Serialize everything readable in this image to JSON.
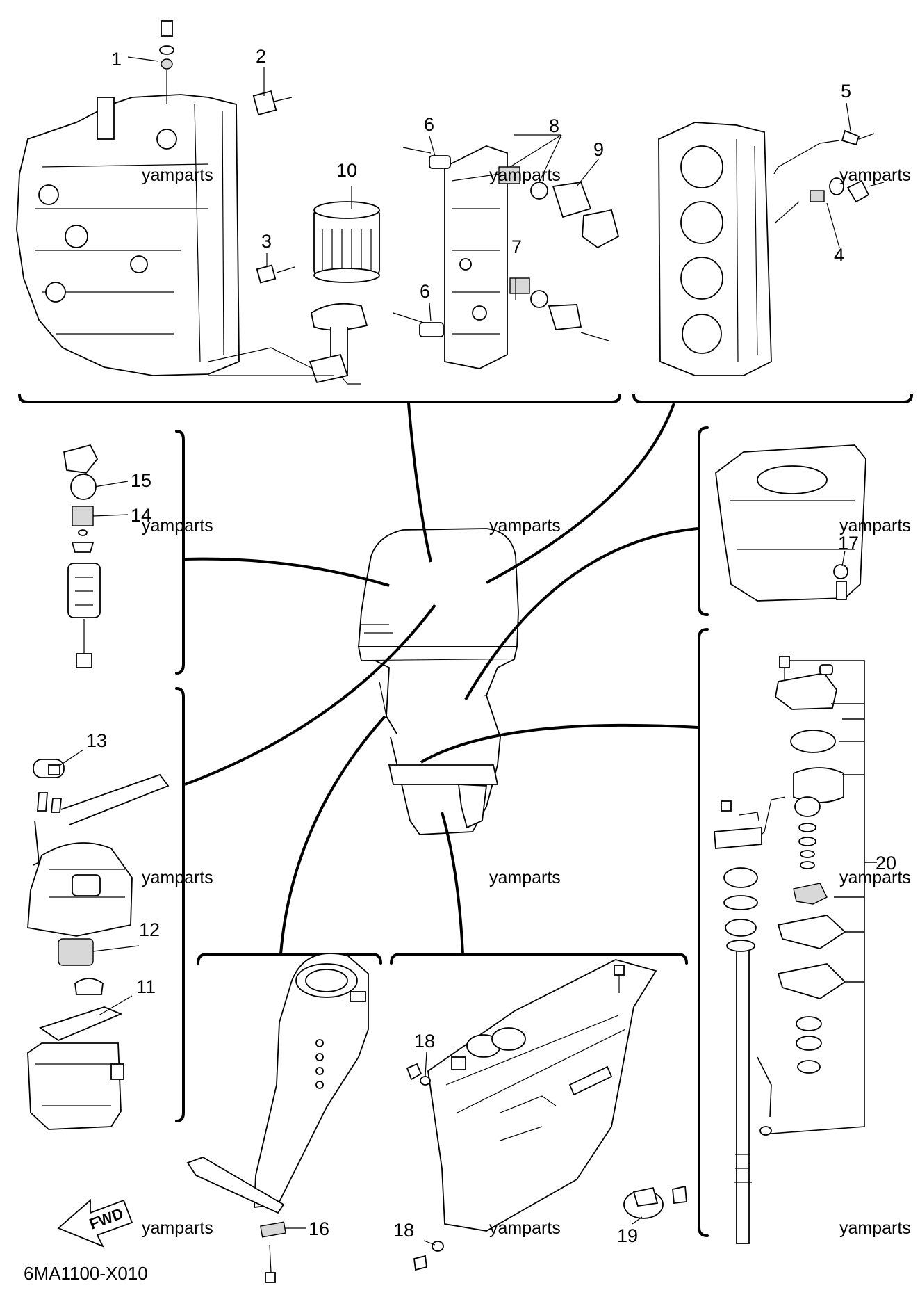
{
  "diagram": {
    "code": "6MA1100-X010",
    "watermark": "yamparts",
    "fwd_label": "FWD",
    "callouts": [
      {
        "id": "1",
        "label": "1"
      },
      {
        "id": "2",
        "label": "2"
      },
      {
        "id": "3",
        "label": "3"
      },
      {
        "id": "4",
        "label": "4"
      },
      {
        "id": "5",
        "label": "5"
      },
      {
        "id": "6a",
        "label": "6"
      },
      {
        "id": "6b",
        "label": "6"
      },
      {
        "id": "7",
        "label": "7"
      },
      {
        "id": "8",
        "label": "8"
      },
      {
        "id": "9",
        "label": "9"
      },
      {
        "id": "10",
        "label": "10"
      },
      {
        "id": "11",
        "label": "11"
      },
      {
        "id": "12",
        "label": "12"
      },
      {
        "id": "13",
        "label": "13"
      },
      {
        "id": "14",
        "label": "14"
      },
      {
        "id": "15",
        "label": "15"
      },
      {
        "id": "16",
        "label": "16"
      },
      {
        "id": "17",
        "label": "17"
      },
      {
        "id": "18a",
        "label": "18"
      },
      {
        "id": "18b",
        "label": "18"
      },
      {
        "id": "19",
        "label": "19"
      },
      {
        "id": "20",
        "label": "20"
      }
    ]
  }
}
